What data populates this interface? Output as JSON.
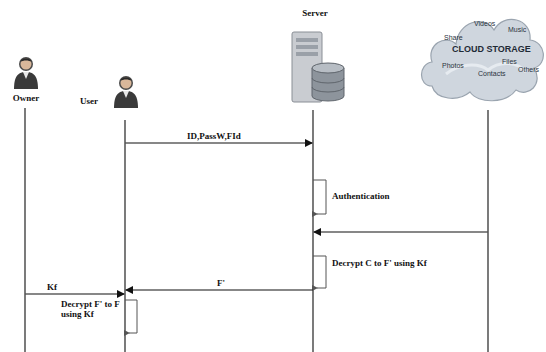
{
  "diagram": {
    "nodes": [
      {
        "text": [
          "Owner"
        ]
      },
      {
        "text": [
          "User"
        ]
      },
      {
        "text": [
          "Server"
        ]
      },
      {
        "text": [
          "CLOUD STORAGE",
          "Videos",
          "Music",
          "Share",
          "Photos",
          "Contacts",
          "Files",
          "Others"
        ]
      }
    ],
    "edges": [
      {
        "from": 1,
        "to": 2,
        "arrow": "to",
        "label": "ID,PassW,FId"
      },
      {
        "from": 3,
        "to": 2,
        "arrow": "to"
      },
      {
        "from": 2,
        "to": 1,
        "arrow": "to",
        "label": "F'"
      },
      {
        "from": 0,
        "to": 1,
        "arrow": "to",
        "label": "Kf"
      }
    ],
    "labels": [
      "Authentication",
      "Decrypt C to F' using Kf",
      "Decrypt F' to F using Kf"
    ]
  }
}
